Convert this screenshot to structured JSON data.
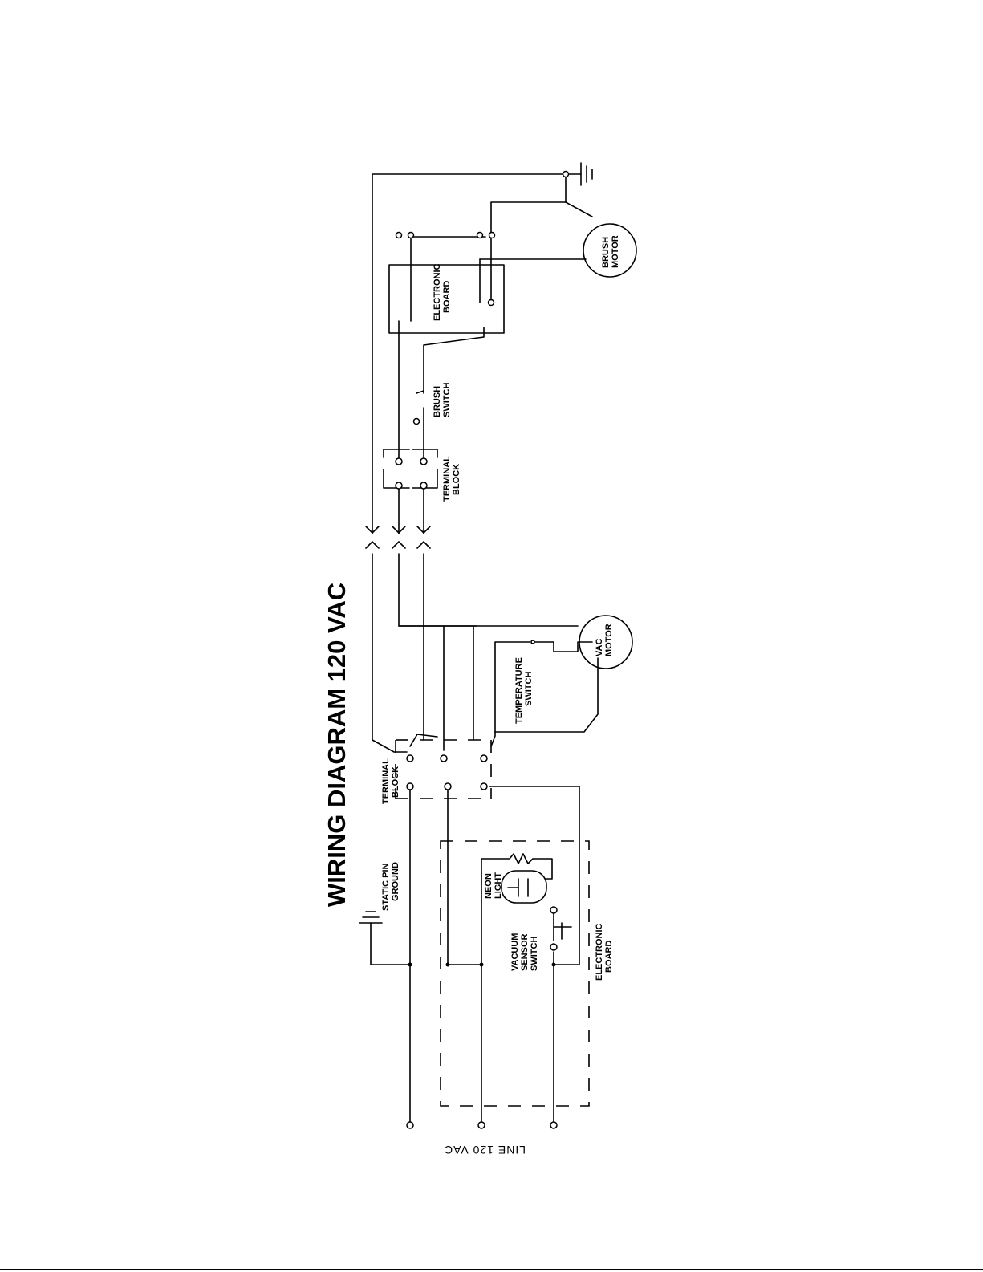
{
  "diagram": {
    "title": "WIRING DIAGRAM 120 VAC",
    "labels": {
      "brush_motor": [
        "BRUSH",
        "MOTOR"
      ],
      "electronic_board_top": [
        "ELECTRONIC",
        "BOARD"
      ],
      "brush_switch": [
        "BRUSH",
        "SWITCH"
      ],
      "terminal_block_upper": [
        "TERMINAL",
        "BLOCK"
      ],
      "vac_motor": [
        "VAC",
        "MOTOR"
      ],
      "temperature_switch": [
        "TEMPERATURE",
        "SWITCH"
      ],
      "terminal_block_lower": [
        "TERMINAL",
        "BLOCK"
      ],
      "static_pin_ground": [
        "STATIC  PIN",
        "GROUND"
      ],
      "neon_light": [
        "NEON",
        "LIGHT"
      ],
      "vacuum_sensor_switch": [
        "VACUUM",
        "SENSOR",
        "SWITCH"
      ],
      "electronic_board_bottom": [
        "ELECTRONIC",
        "BOARD"
      ],
      "line_120_vac": "LINE  120  VAC"
    },
    "colors": {
      "ink": "#000000",
      "paper": "#ffffff"
    }
  }
}
